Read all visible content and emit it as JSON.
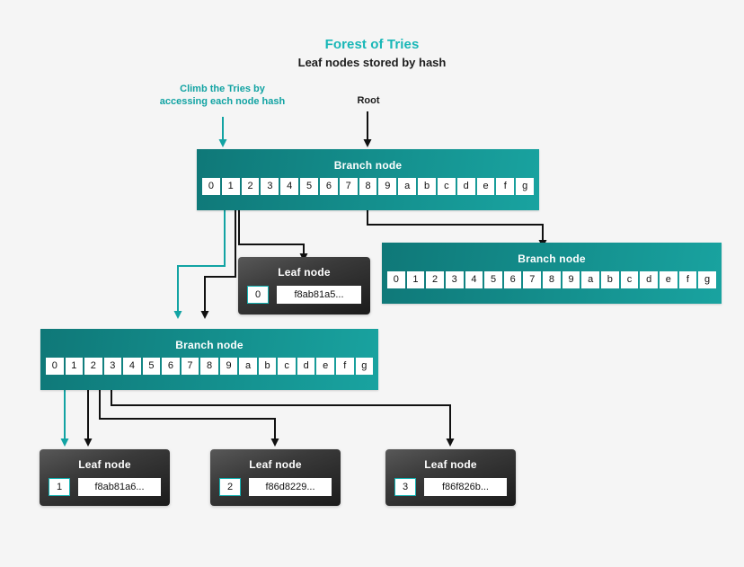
{
  "page": {
    "title": "Forest of Tries",
    "subtitle": "Leaf nodes stored by hash",
    "background": "#f5f5f5",
    "accent_teal": "#16b3b3",
    "branch_teal": "#148c8a",
    "leaf_dark": "#2a2a2a"
  },
  "annotations": {
    "climb": "Climb the Tries by accessing each node hash",
    "climb_line1": "Climb the Tries by",
    "climb_line2": "accessing each node hash",
    "root": "Root"
  },
  "labels": {
    "branch_node": "Branch node",
    "leaf_node": "Leaf node"
  },
  "nibbles": [
    "0",
    "1",
    "2",
    "3",
    "4",
    "5",
    "6",
    "7",
    "8",
    "9",
    "a",
    "b",
    "c",
    "d",
    "e",
    "f",
    "g"
  ],
  "nodes": {
    "root_branch": {
      "label": "Branch node",
      "cells": [
        "0",
        "1",
        "2",
        "3",
        "4",
        "5",
        "6",
        "7",
        "8",
        "9",
        "a",
        "b",
        "c",
        "d",
        "e",
        "f",
        "g"
      ],
      "active_cells": [
        "0",
        "1",
        "8"
      ]
    },
    "right_branch": {
      "label": "Branch node",
      "cells": [
        "0",
        "1",
        "2",
        "3",
        "4",
        "5",
        "6",
        "7",
        "8",
        "9",
        "a",
        "b",
        "c",
        "d",
        "e",
        "f",
        "g"
      ],
      "active_cells": []
    },
    "lower_branch": {
      "label": "Branch node",
      "cells": [
        "0",
        "1",
        "2",
        "3",
        "4",
        "5",
        "6",
        "7",
        "8",
        "9",
        "a",
        "b",
        "c",
        "d",
        "e",
        "f",
        "g"
      ],
      "active_cells": [
        "0",
        "1",
        "2",
        "3"
      ]
    }
  },
  "leaves": [
    {
      "label": "Leaf node",
      "index": "0",
      "hash": "f8ab81a5..."
    },
    {
      "label": "Leaf node",
      "index": "1",
      "hash": "f8ab81a6..."
    },
    {
      "label": "Leaf node",
      "index": "2",
      "hash": "f86d8229..."
    },
    {
      "label": "Leaf node",
      "index": "3",
      "hash": "f86f826b..."
    }
  ]
}
